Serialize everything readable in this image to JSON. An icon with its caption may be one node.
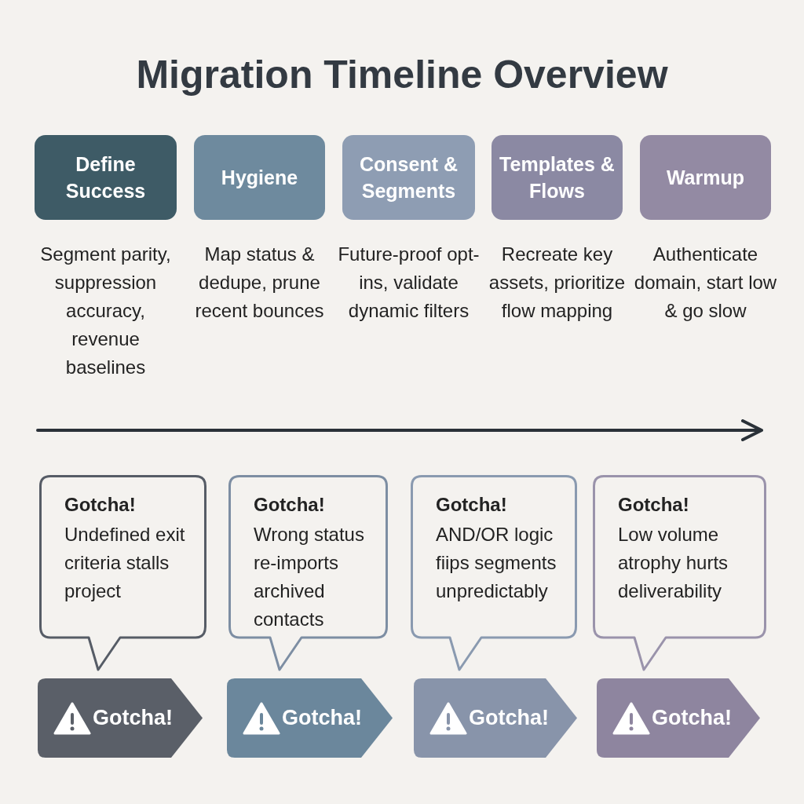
{
  "diagram": {
    "title": "Migration Timeline Overview",
    "nodes": [
      {
        "text": [
          "Define Success"
        ],
        "beside": [
          "Segment parity, suppression accuracy, revenue baselines"
        ]
      },
      {
        "text": [
          "Hygiene"
        ],
        "beside": [
          "Map status & dedupe, prune recent bounces"
        ]
      },
      {
        "text": [
          "Consent & Segments"
        ],
        "beside": [
          "Future-proof opt-ins, validate dynamic filters"
        ]
      },
      {
        "text": [
          "Templates & Flows"
        ],
        "beside": [
          "Recreate key assets, prioritize flow mapping"
        ]
      },
      {
        "text": [
          "Warmup"
        ],
        "beside": [
          "Authenticate domain, start low & go slow"
        ]
      },
      {
        "text": [
          "Gotcha!",
          "Undefined exit criteria stalls project"
        ]
      },
      {
        "text": [
          "Gotcha!",
          "Wrong status re-imports archived contacts"
        ]
      },
      {
        "text": [
          "Gotcha!",
          "AND/OR logic fiips segments unpredictably"
        ]
      },
      {
        "text": [
          "Gotcha!",
          "Low volume atrophy hurts deliverability"
        ]
      },
      {
        "text": [
          "Gotcha!"
        ]
      },
      {
        "text": [
          "Gotcha!"
        ]
      },
      {
        "text": [
          "Gotcha!"
        ]
      },
      {
        "text": [
          "Gotcha!"
        ]
      }
    ],
    "edges": []
  }
}
